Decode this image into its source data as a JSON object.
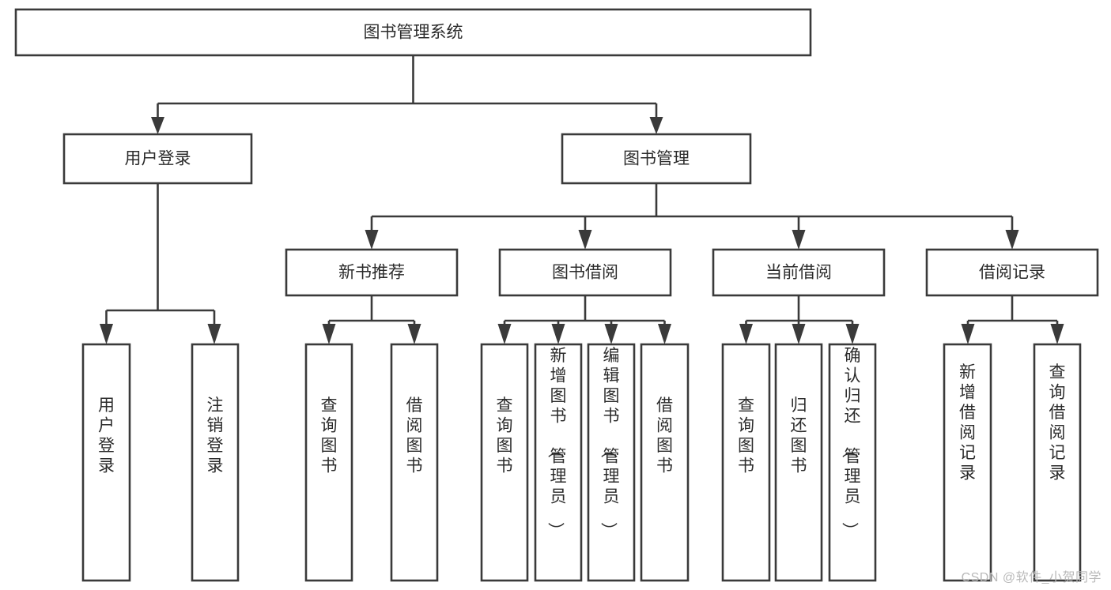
{
  "diagram": {
    "type": "tree-hierarchy-chart",
    "title": "图书管理系统",
    "orientation": "top-down",
    "watermark": "CSDN @软件_小贺同学",
    "colors": {
      "box_fill": "#ffffff",
      "box_stroke": "#3a3a3a",
      "text": "#2b2b2b",
      "background": "#ffffff",
      "watermark": "#b9b9b9"
    },
    "root": {
      "id": "root",
      "label": "图书管理系统",
      "level": 0
    },
    "level1": [
      {
        "id": "user-login",
        "label": "用户登录",
        "level": 1
      },
      {
        "id": "book-management",
        "label": "图书管理",
        "level": 1
      }
    ],
    "level2": [
      {
        "id": "new-book-recommend",
        "label": "新书推荐",
        "level": 2,
        "parent": "book-management"
      },
      {
        "id": "book-borrow",
        "label": "图书借阅",
        "level": 2,
        "parent": "book-management"
      },
      {
        "id": "current-borrow",
        "label": "当前借阅",
        "level": 2,
        "parent": "book-management"
      },
      {
        "id": "borrow-record",
        "label": "借阅记录",
        "level": 2,
        "parent": "book-management"
      }
    ],
    "leaves": [
      {
        "id": "leaf-user-login",
        "label": "用户登录",
        "parent": "user-login"
      },
      {
        "id": "leaf-logout-login",
        "label": "注销登录",
        "parent": "user-login"
      },
      {
        "id": "leaf-query-book-1",
        "label": "查询图书",
        "parent": "new-book-recommend"
      },
      {
        "id": "leaf-borrow-book-1",
        "label": "借阅图书",
        "parent": "new-book-recommend"
      },
      {
        "id": "leaf-query-book-2",
        "label": "查询图书",
        "parent": "book-borrow"
      },
      {
        "id": "leaf-add-book",
        "label": "新增图书（管理员）",
        "parent": "book-borrow"
      },
      {
        "id": "leaf-edit-book",
        "label": "编辑图书（管理员）",
        "parent": "book-borrow"
      },
      {
        "id": "leaf-borrow-book-2",
        "label": "借阅图书",
        "parent": "book-borrow"
      },
      {
        "id": "leaf-query-book-3",
        "label": "查询图书",
        "parent": "current-borrow"
      },
      {
        "id": "leaf-return-book",
        "label": "归还图书",
        "parent": "current-borrow"
      },
      {
        "id": "leaf-confirm-return",
        "label": "确认归还（管理员）",
        "parent": "current-borrow"
      },
      {
        "id": "leaf-add-record",
        "label": "新增借阅记录",
        "parent": "borrow-record"
      },
      {
        "id": "leaf-query-record",
        "label": "查询借阅记录",
        "parent": "borrow-record"
      }
    ]
  }
}
